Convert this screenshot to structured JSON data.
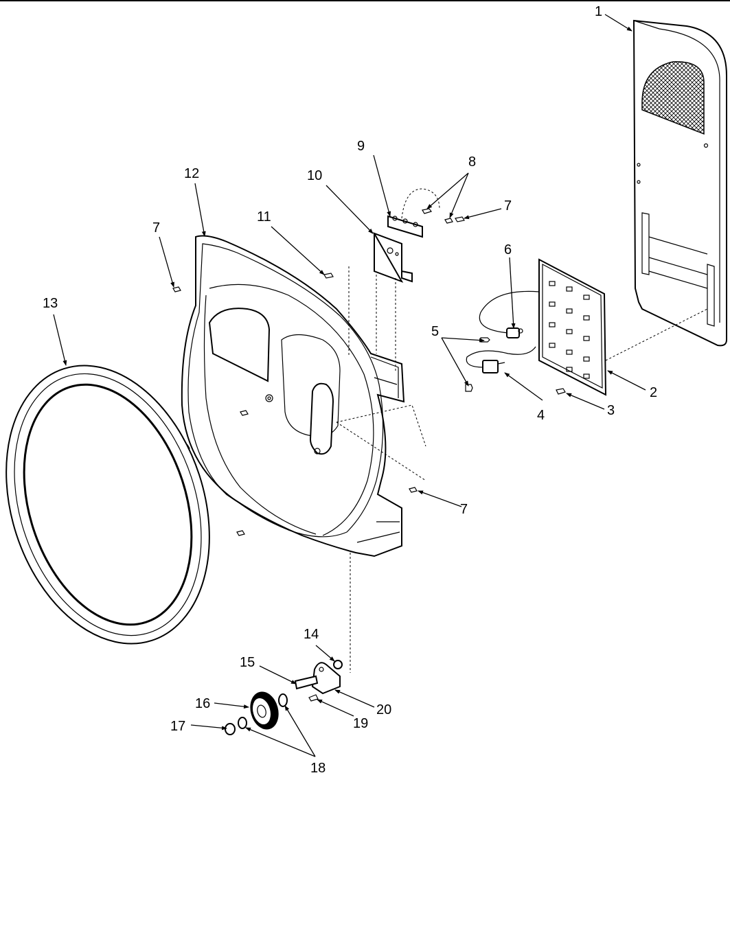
{
  "callouts": {
    "c1": "1",
    "c2": "2",
    "c3": "3",
    "c4": "4",
    "c5": "5",
    "c6": "6",
    "c7a": "7",
    "c7b": "7",
    "c7c": "7",
    "c8": "8",
    "c9": "9",
    "c10": "10",
    "c11": "11",
    "c12": "12",
    "c13": "13",
    "c14": "14",
    "c15": "15",
    "c16": "16",
    "c17": "17",
    "c18": "18",
    "c19": "19",
    "c20": "20"
  }
}
